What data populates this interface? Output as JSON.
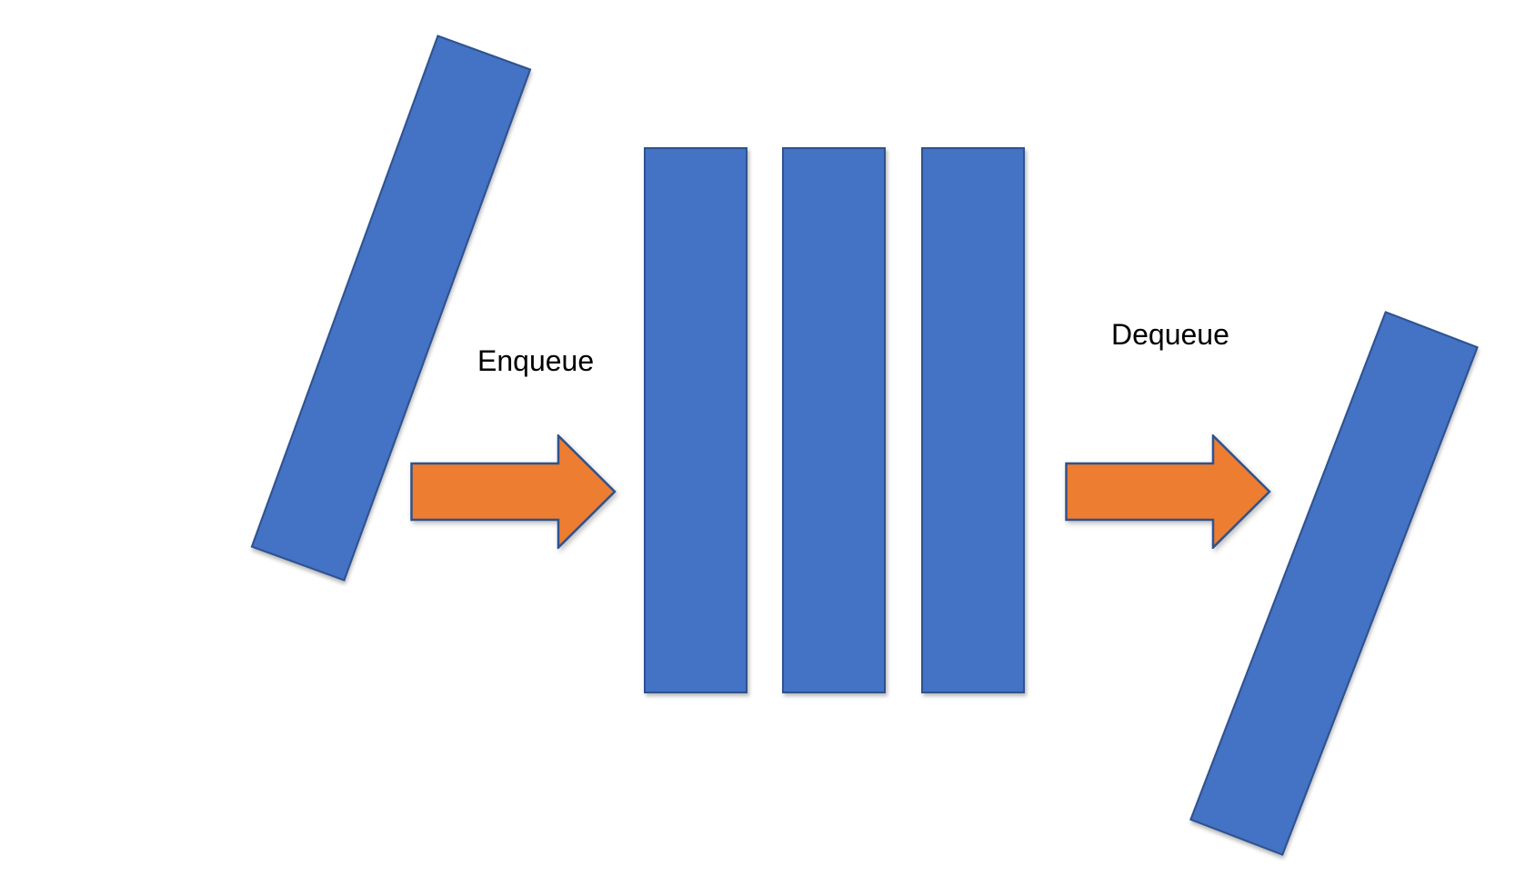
{
  "diagram": {
    "type": "queue-data-structure",
    "background": "#ffffff",
    "enqueue_label": "Enqueue",
    "dequeue_label": "Dequeue",
    "queue_item_count": 3,
    "colors": {
      "item_fill": "#4472C4",
      "item_border": "#2F528F",
      "arrow_fill": "#ED7D31",
      "arrow_border": "#2F528F",
      "label_text": "#000000"
    }
  }
}
